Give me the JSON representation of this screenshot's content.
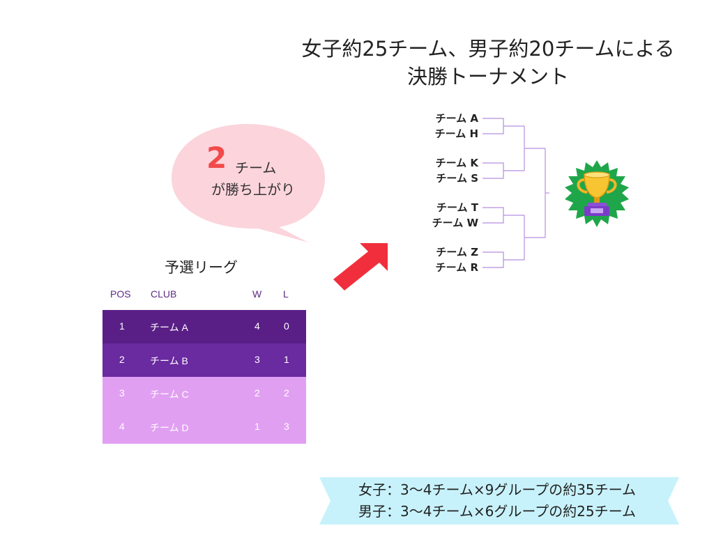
{
  "title": {
    "line1": "女子約25チーム、男子約20チームによる",
    "line2": "決勝トーナメント"
  },
  "bubble": {
    "number": "2",
    "line1": "チーム",
    "line2": "が勝ち上がり"
  },
  "league": {
    "title": "予選リーグ",
    "headers": {
      "pos": "POS",
      "club": "CLUB",
      "w": "W",
      "l": "L"
    },
    "rows": [
      {
        "pos": "1",
        "club": "チーム A",
        "w": "4",
        "l": "0"
      },
      {
        "pos": "2",
        "club": "チーム B",
        "w": "3",
        "l": "1"
      },
      {
        "pos": "3",
        "club": "チーム C",
        "w": "2",
        "l": "2"
      },
      {
        "pos": "4",
        "club": "チーム D",
        "w": "1",
        "l": "3"
      }
    ]
  },
  "bracket": {
    "teams": [
      "チーム A",
      "チーム H",
      "チーム K",
      "チーム S",
      "チーム T",
      "チーム W",
      "チーム Z",
      "チーム R"
    ]
  },
  "note": {
    "line1": "女子：3〜4チーム×9グループの約35チーム",
    "line2": "男子：3〜4チーム×6グループの約25チーム"
  },
  "colors": {
    "row_dark_1": "#5a1f87",
    "row_dark_2": "#6a2aa0",
    "row_light": "#e19ff2",
    "bubble": "#fcd4dc",
    "arrow": "#f12e3c",
    "banner": "#c8f2fb",
    "bracket_line": "#b58ee0",
    "trophy_badge": "#1fa64a"
  },
  "icons": {
    "trophy": "trophy-icon",
    "arrow": "arrow-icon"
  }
}
